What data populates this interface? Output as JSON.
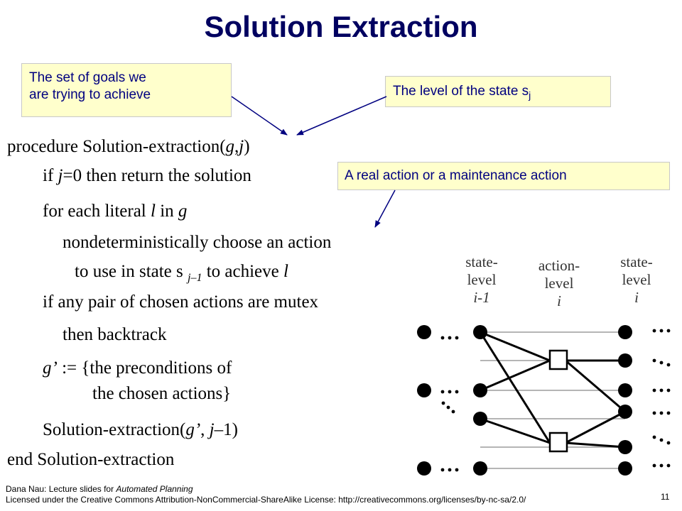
{
  "title": "Solution Extraction",
  "callouts": {
    "goals": {
      "line1": "The set of goals we",
      "line2": "are trying to achieve"
    },
    "level": {
      "text": "The level of the state s",
      "sub": "j"
    },
    "action": {
      "text": "A real action or a maintenance action"
    }
  },
  "code": {
    "l1a": "procedure Solution-extraction(",
    "l1g": "g",
    "l1c": ",",
    "l1j": "j",
    "l1e": ")",
    "l2a": "if ",
    "l2j": "j",
    "l2b": "=0 then return the solution",
    "l3a": "for each literal ",
    "l3l": "l",
    "l3b": " in ",
    "l3g": "g",
    "l4": "nondeterministically choose an action",
    "l5a": "to use in state s ",
    "l5sub": "j–1",
    "l5b": " to achieve ",
    "l5l": "l",
    "l6": "if any pair of chosen actions are mutex",
    "l7": "then backtrack",
    "l8g": "g’",
    "l8b": " := {the preconditions of",
    "l9": "the chosen actions}",
    "l10a": "Solution-extraction(",
    "l10g": "g’",
    "l10b": ", ",
    "l10j": "j",
    "l10c": "–1)",
    "l11": "end Solution-extraction"
  },
  "diagram": {
    "left": {
      "l1": "state-",
      "l2": "level",
      "l3": "i-1"
    },
    "mid": {
      "l1": "action-",
      "l2": "level",
      "l3": "i"
    },
    "right": {
      "l1": "state-",
      "l2": "level",
      "l3": "i"
    }
  },
  "footer": {
    "line1a": "Dana Nau: Lecture slides for ",
    "line1b": "Automated Planning",
    "line2": "Licensed under the Creative Commons Attribution-NonCommercial-ShareAlike License: http://creativecommons.org/licenses/by-nc-sa/2.0/"
  },
  "page_number": "11"
}
